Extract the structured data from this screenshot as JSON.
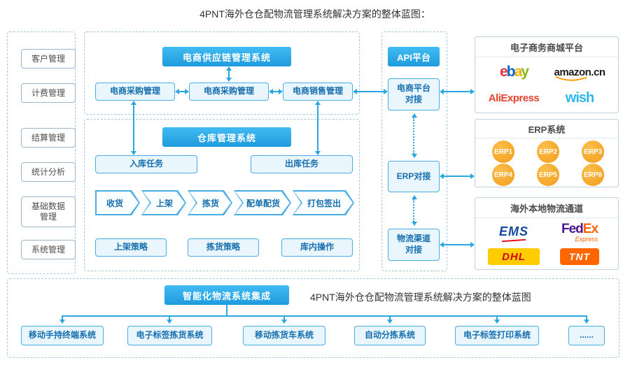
{
  "title": "4PNT海外仓仓配物流管理系统解决方案的整体蓝图：",
  "left_menu": {
    "items": [
      "客户管理",
      "计费管理",
      "结算管理",
      "统计分析",
      "基础数据管理",
      "系统管理"
    ]
  },
  "supply_chain": {
    "header": "电商供应链管理系统",
    "boxes": [
      "电商采购管理",
      "电商采购管理",
      "电商销售管理"
    ]
  },
  "warehouse": {
    "header": "仓库管理系统",
    "inbound": "入库任务",
    "outbound": "出库任务",
    "process": [
      "收货",
      "上架",
      "拣货",
      "配单配货",
      "打包签出"
    ],
    "strategies": [
      "上架策略",
      "拣货策略",
      "库内操作"
    ]
  },
  "api_column": {
    "header": "API平台",
    "items": [
      "电商平台对接",
      "ERP对接",
      "物流渠道对接"
    ]
  },
  "panels": {
    "mall": {
      "title": "电子商务商城平台",
      "ebay_letters": [
        "e",
        "b",
        "a",
        "y"
      ],
      "amazon": "amazon.cn",
      "aliexpress": "AliExpress",
      "wish": "wish"
    },
    "erp": {
      "title": "ERP系统",
      "items": [
        "ERP1",
        "ERP2",
        "ERP3",
        "ERP4",
        "ERP5",
        "ERP6"
      ]
    },
    "logistics": {
      "title": "海外本地物流通道",
      "ems": "EMS",
      "fedex_fed": "Fed",
      "fedex_ex": "Ex",
      "fedex_sub": "Express",
      "dhl": "DHL",
      "tnt": "TNT"
    }
  },
  "bottom": {
    "header": "智能化物流系统集成",
    "caption": "4PNT海外仓仓配物流管理系统解决方案的整体蓝图",
    "systems": [
      "移动手持终端系统",
      "电子标签拣货系统",
      "移动拣货车系统",
      "自动分拣系统",
      "电子标签打印系统",
      "......"
    ]
  },
  "colors": {
    "accent_blue": "#2aa7e0",
    "header_fill": "#2fb0ed",
    "box_fill": "#e9f6fd",
    "box_border": "#49ade2",
    "erp_orange": "#f29b1d"
  }
}
